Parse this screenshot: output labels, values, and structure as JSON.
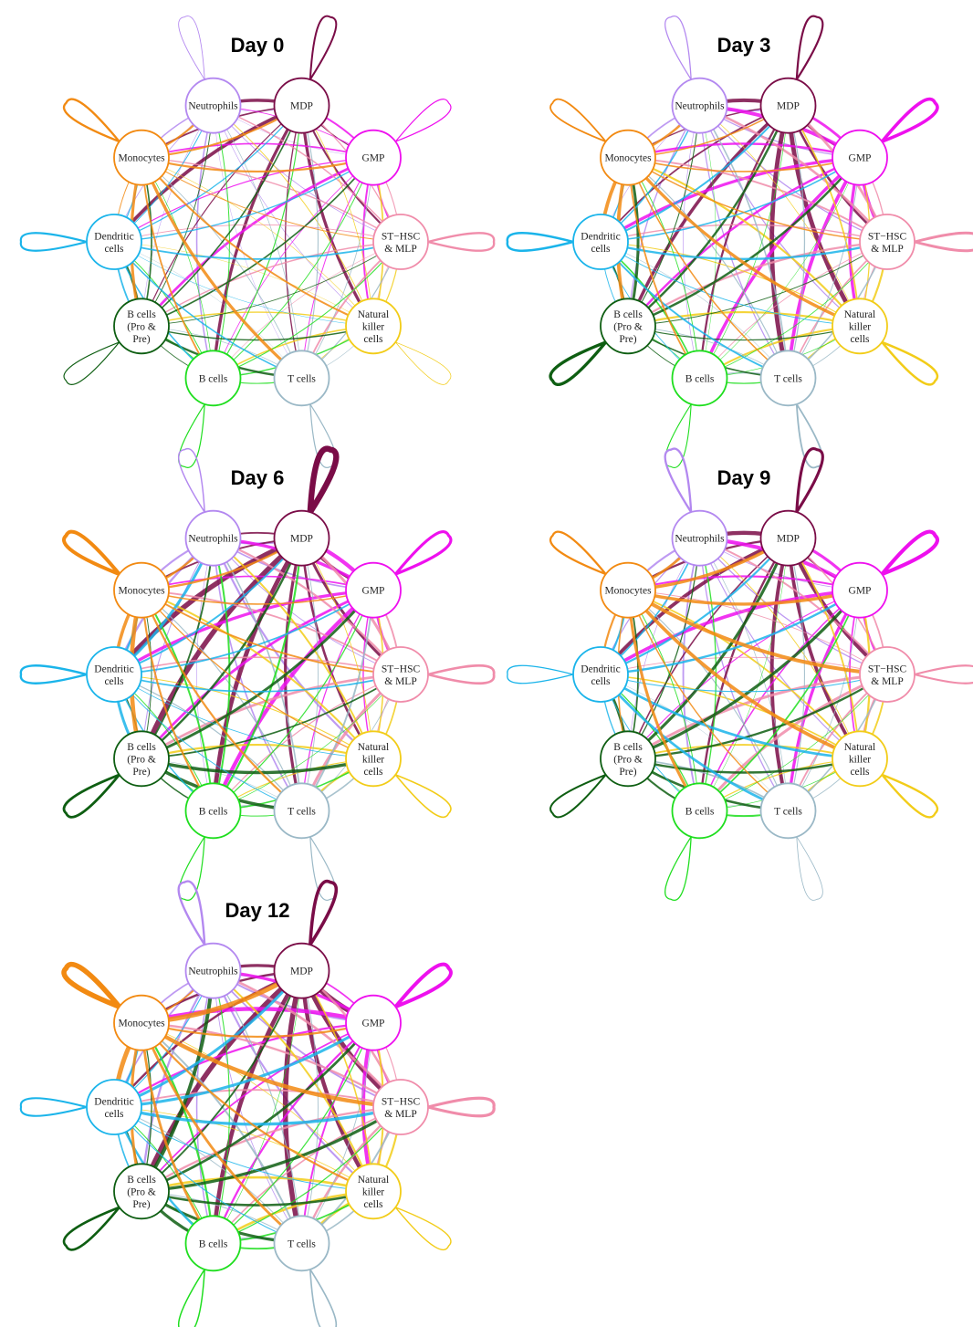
{
  "figure": {
    "panels": [
      {
        "title": "Day 0",
        "weight_scale": 0.75
      },
      {
        "title": "Day 3",
        "weight_scale": 1.0
      },
      {
        "title": "Day 6",
        "weight_scale": 1.15
      },
      {
        "title": "Day 9",
        "weight_scale": 1.05
      },
      {
        "title": "Day 12",
        "weight_scale": 1.2
      }
    ],
    "nodes": [
      {
        "id": "neutrophils",
        "lines": [
          "Neutrophils"
        ],
        "color": "#b388f0"
      },
      {
        "id": "mdp",
        "lines": [
          "MDP"
        ],
        "color": "#7a0c47"
      },
      {
        "id": "gmp",
        "lines": [
          "GMP"
        ],
        "color": "#ee10ee"
      },
      {
        "id": "st-hsc",
        "lines": [
          "ST−HSC",
          "& MLP"
        ],
        "color": "#f08caa"
      },
      {
        "id": "natural-killer",
        "lines": [
          "Natural",
          "killer",
          "cells"
        ],
        "color": "#f2cc18"
      },
      {
        "id": "t-cells",
        "lines": [
          "T cells"
        ],
        "color": "#9ab8c6"
      },
      {
        "id": "b-cells",
        "lines": [
          "B cells"
        ],
        "color": "#1ede1e"
      },
      {
        "id": "b-cells-pro-pre",
        "lines": [
          "B cells",
          "(Pro &",
          "Pre)"
        ],
        "color": "#0e5e12"
      },
      {
        "id": "dendritic",
        "lines": [
          "Dendritic",
          "cells"
        ],
        "color": "#1ab4ea"
      },
      {
        "id": "monocytes",
        "lines": [
          "Monocytes"
        ],
        "color": "#f28a12"
      }
    ]
  }
}
